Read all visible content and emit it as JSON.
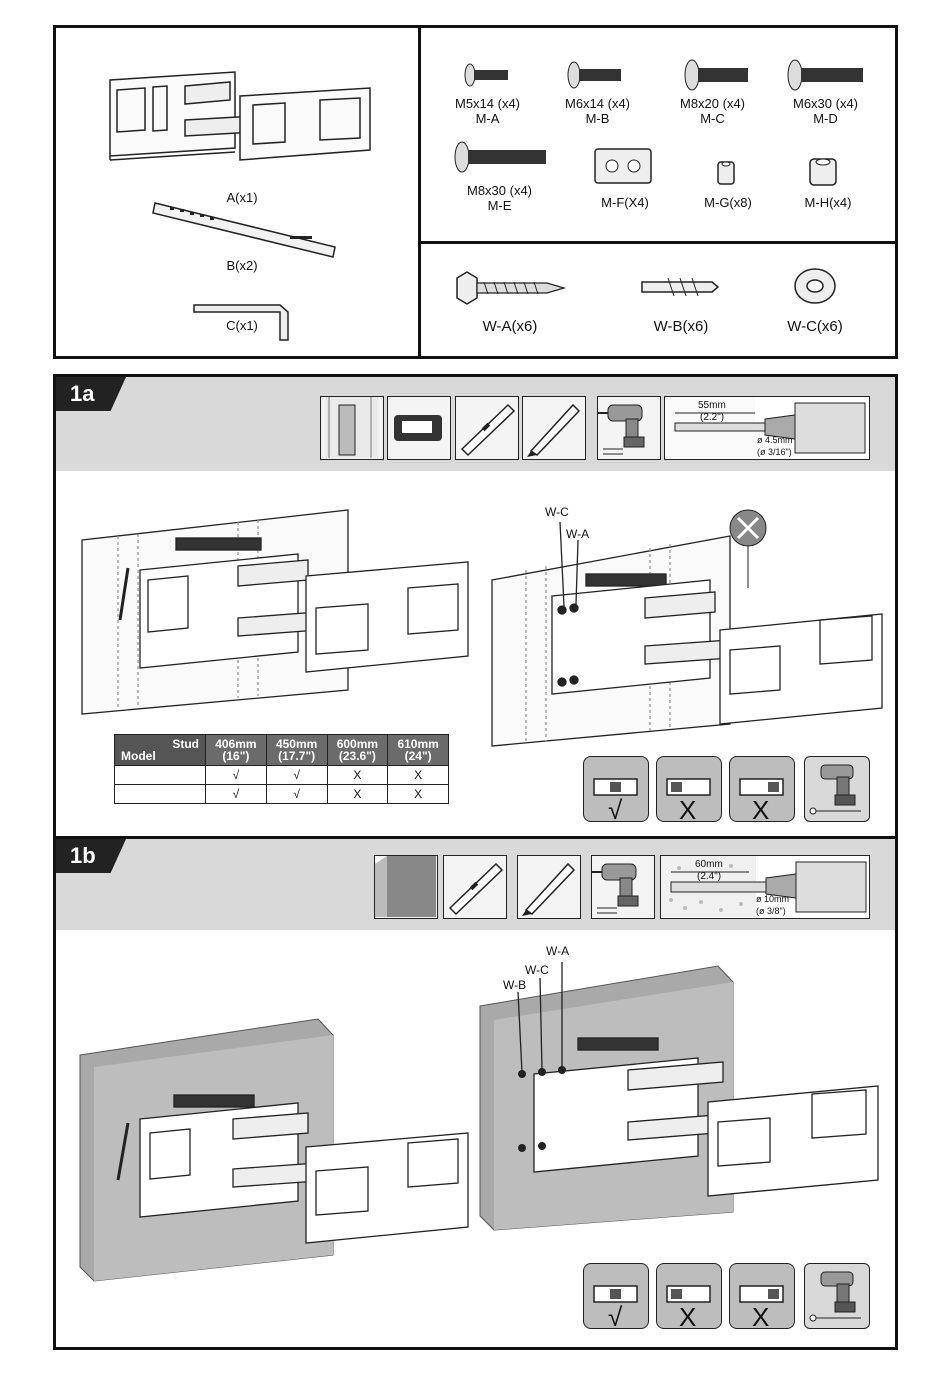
{
  "parts": {
    "a": "A(x1)",
    "b": "B(x2)",
    "c": "C(x1)"
  },
  "hardware": [
    {
      "size": "M5x14 (x4)",
      "code": "M-A"
    },
    {
      "size": "M6x14 (x4)",
      "code": "M-B"
    },
    {
      "size": "M8x20 (x4)",
      "code": "M-C"
    },
    {
      "size": "M6x30 (x4)",
      "code": "M-D"
    },
    {
      "size": "M8x30 (x4)",
      "code": "M-E"
    }
  ],
  "washers": {
    "f": "M-F(X4)",
    "g": "M-G(x8)",
    "h": "M-H(x4)"
  },
  "wall_hardware": {
    "a": "W-A(x6)",
    "b": "W-B(x6)",
    "c": "W-C(x6)"
  },
  "step_1a": {
    "tag": "1a",
    "drill_depth": "55mm",
    "drill_depth_in": "(2.2\")",
    "bit": "ø 4.5mm",
    "bit_in": "(ø 3/16\")",
    "callouts": {
      "wc": "W-C",
      "wa": "W-A"
    },
    "table": {
      "corner_top": "Stud",
      "corner_bottom": "Model",
      "headers": [
        [
          "406mm",
          "(16\")"
        ],
        [
          "450mm",
          "(17.7\")"
        ],
        [
          "600mm",
          "(23.6\")"
        ],
        [
          "610mm",
          "(24\")"
        ]
      ],
      "rows": [
        [
          "",
          "√",
          "√",
          "X",
          "X"
        ],
        [
          "",
          "√",
          "√",
          "X",
          "X"
        ]
      ]
    },
    "level_marks": [
      "√",
      "X",
      "X"
    ]
  },
  "step_1b": {
    "tag": "1b",
    "drill_depth": "60mm",
    "drill_depth_in": "(2.4\")",
    "bit": "ø 10mm",
    "bit_in": "(ø 3/8\")",
    "callouts": {
      "wa": "W-A",
      "wc": "W-C",
      "wb": "W-B"
    },
    "level_marks": [
      "√",
      "X",
      "X"
    ]
  }
}
